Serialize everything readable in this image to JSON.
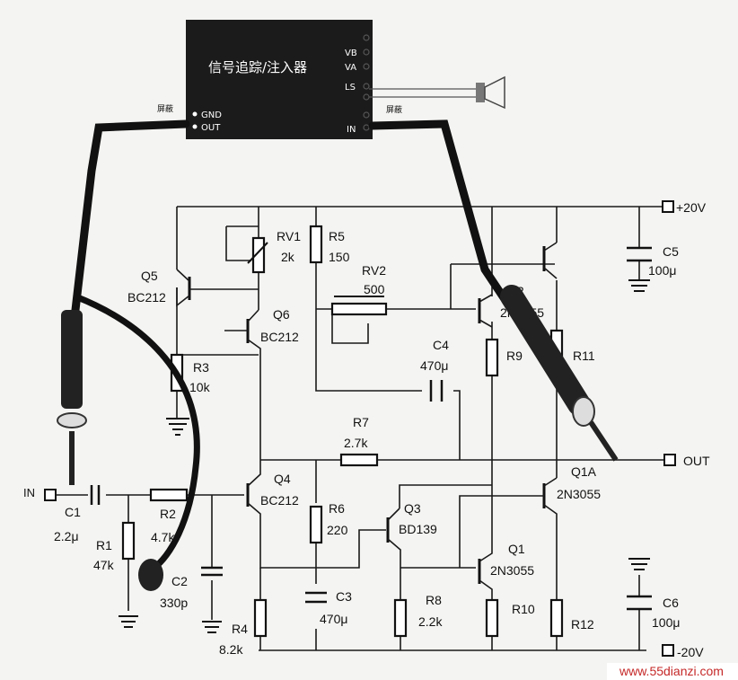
{
  "device": {
    "title": "信号追踪/注入器",
    "pins_left": [
      "GND",
      "OUT"
    ],
    "pins_right": [
      "VB",
      "VA",
      "LS",
      "IN"
    ],
    "shield_left": "屏蔽",
    "shield_right": "屏蔽"
  },
  "rails": {
    "pos": "+20V",
    "neg": "-20V"
  },
  "terminals": {
    "in": "IN",
    "out": "OUT"
  },
  "components": {
    "r1": [
      "R1",
      "47k"
    ],
    "r2": [
      "R2",
      "4.7k"
    ],
    "r3": [
      "R3",
      "10k"
    ],
    "r4": [
      "R4",
      "8.2k"
    ],
    "r5": [
      "R5",
      "150"
    ],
    "r6": [
      "R6",
      "220"
    ],
    "r7": [
      "R7",
      "2.7k"
    ],
    "r8": [
      "R8",
      "2.2k"
    ],
    "r9": [
      "R9"
    ],
    "r10": [
      "R10"
    ],
    "r11": [
      "R11"
    ],
    "r12": [
      "R12"
    ],
    "rv1": [
      "RV1",
      "2k"
    ],
    "rv2": [
      "RV2",
      "500"
    ],
    "c1": [
      "C1",
      "2.2μ"
    ],
    "c2": [
      "C2",
      "330p"
    ],
    "c3": [
      "C3",
      "470μ"
    ],
    "c4": [
      "C4",
      "470μ"
    ],
    "c5": [
      "C5",
      "100μ"
    ],
    "c6": [
      "C6",
      "100μ"
    ],
    "q1": [
      "Q1",
      "2N3055"
    ],
    "q1a": [
      "Q1A",
      "2N3055"
    ],
    "q2": [
      "Q2",
      "2N3055"
    ],
    "q3": [
      "Q3",
      "BD139"
    ],
    "q4": [
      "Q4",
      "BC212"
    ],
    "q5": [
      "Q5",
      "BC212"
    ],
    "q6": [
      "Q6",
      "BC212"
    ]
  },
  "watermark": "www.55dianzi.com"
}
